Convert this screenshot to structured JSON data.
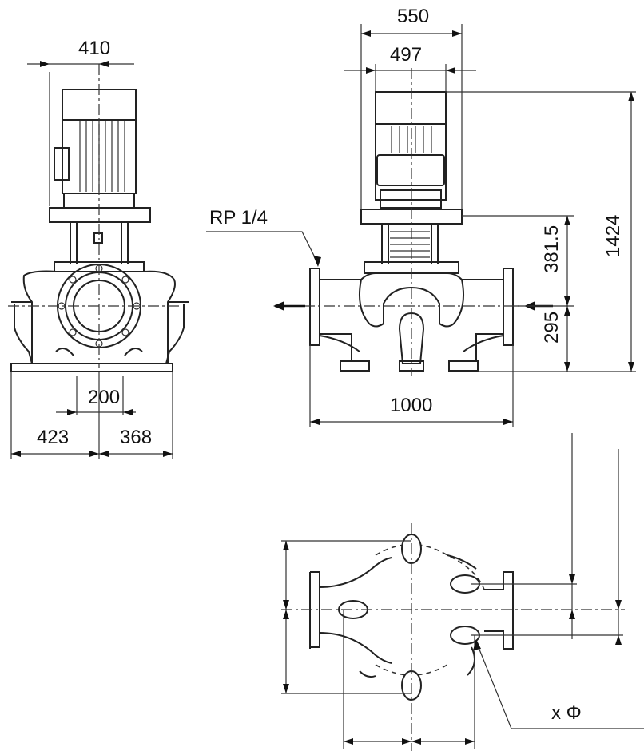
{
  "labels": {
    "width_motor_side": "410",
    "width_top": "550",
    "width_motor_front": "497",
    "rp": "RP 1/4",
    "height_total": "1424",
    "height_upper": "381.5",
    "height_lower": "295",
    "length_total": "1000",
    "dim_200": "200",
    "dim_423": "423",
    "dim_368": "368",
    "hole_symbol": "x Φ"
  }
}
